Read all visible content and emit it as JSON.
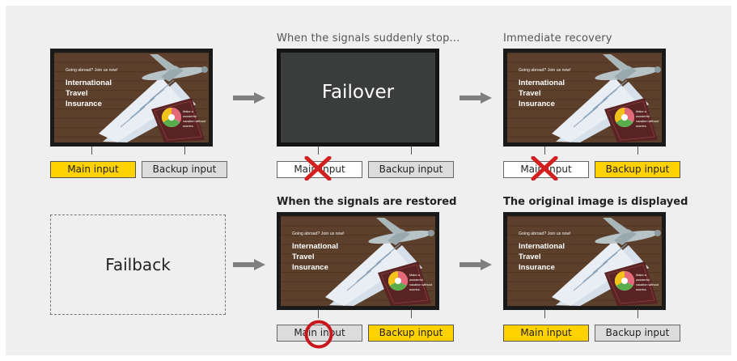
{
  "captions": {
    "failover_event": "When the signals suddenly stop...",
    "failover_result": "Immediate recovery",
    "failback_event": "When the signals are restored",
    "failback_result": "The original image is displayed"
  },
  "screen_ad": {
    "tagline": "Going abroad? Join us now!",
    "line1": "International",
    "line2": "Travel",
    "line3": "Insurance",
    "small_text": [
      "Make a",
      "wonderful",
      "vacation without",
      "worries."
    ]
  },
  "failover_label": "Failover",
  "failback_label": "Failback",
  "inputs": {
    "main": "Main input",
    "backup": "Backup input"
  },
  "colors": {
    "active_input": "#ffd200",
    "standby_input": "#dcdcdc",
    "failed_input": "#ffffff",
    "cross": "#d21f1f",
    "circle": "#c8161d",
    "arrow": "#7f7f7f"
  },
  "states": {
    "top_left": {
      "main": "active",
      "backup": "standby"
    },
    "top_middle": {
      "main": "failed",
      "backup": "standby",
      "main_mark": "cross"
    },
    "top_right": {
      "main": "failed",
      "backup": "active",
      "main_mark": "cross"
    },
    "bottom_middle": {
      "main": "standby",
      "backup": "active",
      "main_mark": "circle"
    },
    "bottom_right": {
      "main": "active",
      "backup": "standby"
    }
  }
}
